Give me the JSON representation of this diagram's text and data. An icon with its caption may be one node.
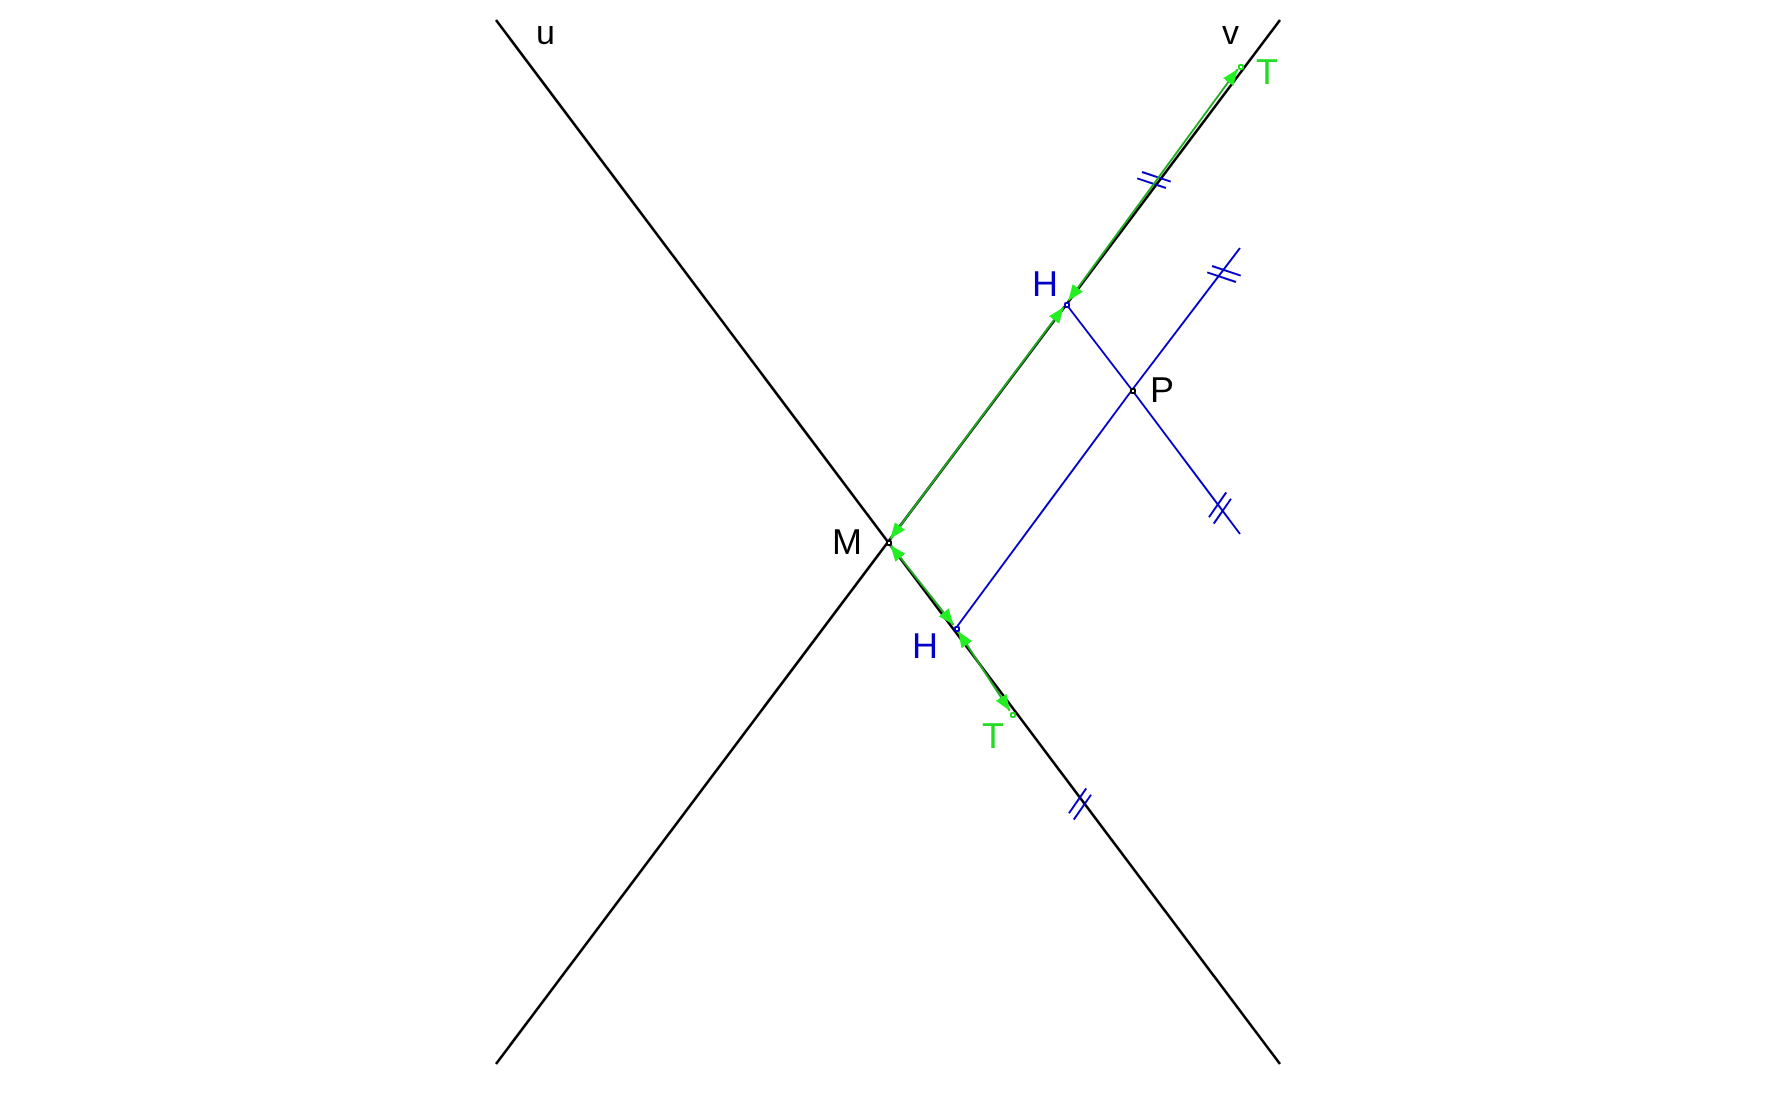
{
  "diagram": {
    "nodes": [
      {
        "text": [
          "M"
        ]
      },
      {
        "text": [
          "H"
        ]
      },
      {
        "text": [
          "T"
        ]
      },
      {
        "text": [
          "P"
        ]
      },
      {
        "text": [
          "H"
        ]
      },
      {
        "text": [
          "T"
        ]
      }
    ],
    "edges": [
      {
        "from": 0,
        "to": 1,
        "arrow": "both"
      },
      {
        "from": 1,
        "to": 2,
        "arrow": "both"
      },
      {
        "from": 0,
        "to": 4,
        "arrow": "both"
      },
      {
        "from": 4,
        "to": 5,
        "arrow": "both"
      },
      {
        "from": 1,
        "to": 3,
        "arrow": "none",
        "color": "#0000c8"
      },
      {
        "from": 4,
        "to": 3,
        "arrow": "none",
        "color": "#0000c8"
      }
    ],
    "labels": [
      "u",
      "v"
    ]
  }
}
